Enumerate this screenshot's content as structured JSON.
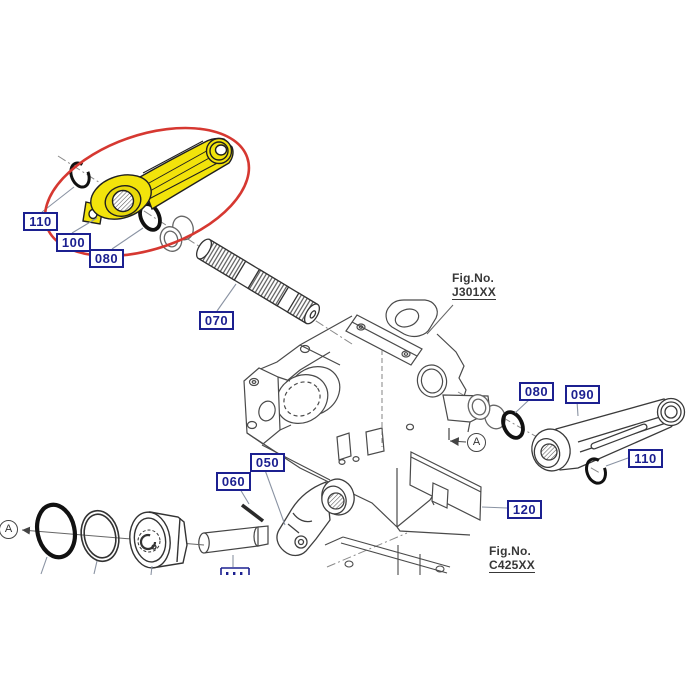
{
  "diagram_type": "exploded-parts-diagram",
  "labels": {
    "snap_ring_left": "110",
    "lift_arm_highlighted": "100",
    "o_ring_left": "080",
    "lift_shaft": "070",
    "spring_pin": "060",
    "link_yoke": "050",
    "o_ring_right": "080",
    "lift_arm_right": "090",
    "snap_ring_right": "110",
    "cover_plate": "120"
  },
  "fig_refs": {
    "upper": {
      "line1": "Fig.No.",
      "line2": "J301XX"
    },
    "lower": {
      "line1": "Fig.No.",
      "line2": "C425XX"
    }
  },
  "detail_markers": {
    "left": "A",
    "right": "A"
  },
  "highlight": {
    "highlighted_part": "100",
    "truncated_label_box_bottom": true
  },
  "colors": {
    "highlight_yellow": "#f2e30b",
    "selection_red": "#d63831",
    "label_navy": "#1c2090",
    "line_dark": "#3f3f3f",
    "leader_gray": "#8a93a3"
  }
}
